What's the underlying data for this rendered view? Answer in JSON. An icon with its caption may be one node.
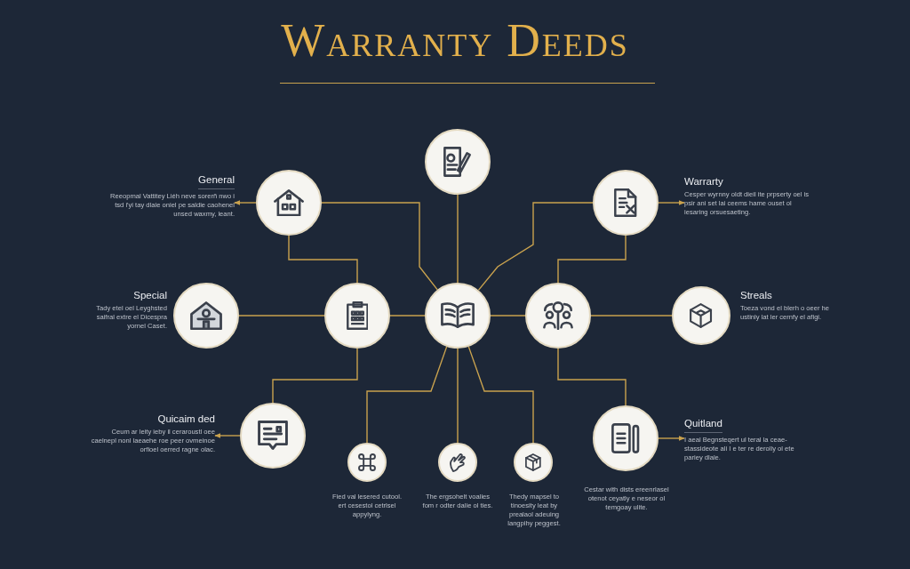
{
  "diagram": {
    "title": "Warranty Deeds",
    "nodes": [
      {
        "text": [],
        "shape": "circle"
      },
      {
        "text": [
          "General",
          "Reeopmal Vattitey Liéh neve sorerñ nwo i tsd i'yi tay dlaie oniel pe saldie caohenel unsed waxmy, leant."
        ]
      },
      {
        "text": [],
        "shape": "circle"
      },
      {
        "text": [],
        "shape": "circle"
      },
      {
        "text": [
          "Warrarty",
          "Cesper wyrnny oldt dieil ite prpserty oel is psir ani set lai ceems hame ouset ol iesaring orsuesaeting."
        ]
      },
      {
        "text": [],
        "shape": "circle",
        "beside": [
          "Special",
          "Tady etel oel Leyghsted saifral extre el Dicespra yornel Caset."
        ]
      },
      {
        "text": [],
        "shape": "circle"
      },
      {
        "text": [],
        "shape": "circle"
      },
      {
        "text": [],
        "shape": "circle"
      },
      {
        "text": [],
        "shape": "circle",
        "beside": [
          "Streals",
          "Toeza vond el blerh o oeer he ustinly lat ler cernfy el afigi."
        ]
      },
      {
        "text": [
          "Quicaim ded",
          "Ceum ar leity ieby il ceraroustl oee caelnepl nonl laeaehe roe peer ovmeinoe orfioel oerred ragne olac."
        ]
      },
      {
        "text": [],
        "shape": "circle"
      },
      {
        "text": [],
        "shape": "circle",
        "beside": [
          "Fied val lesered cutool. ert cesestol cetrlsel appylyng."
        ]
      },
      {
        "text": [],
        "shape": "circle",
        "beside": [
          "The ergsohelt voalies fom r odter dalie ol ties."
        ]
      },
      {
        "text": [],
        "shape": "circle",
        "beside": [
          "Thedy mapsel to tinoesity leat by prealaol adeuing langpihy peggest."
        ]
      },
      {
        "text": [],
        "shape": "circle",
        "beside": [
          "Cestar with dists ereenrlasel otenot ceyatly e neseor ol temgoay ulite."
        ]
      },
      {
        "text": [
          "Quitland",
          "I aeal Begnsteqert ul teral la ceae-stassideote ali I e ter re derolly ol ete pariey dlale."
        ]
      }
    ],
    "edges": [
      {
        "from": 7,
        "to": 0,
        "arrow": "none"
      },
      {
        "from": 7,
        "to": 6,
        "arrow": "none"
      },
      {
        "from": 7,
        "to": 8,
        "arrow": "none"
      },
      {
        "from": 6,
        "to": 5,
        "arrow": "none"
      },
      {
        "from": 8,
        "to": 9,
        "arrow": "none"
      },
      {
        "from": 7,
        "to": 2,
        "arrow": "none"
      },
      {
        "from": 6,
        "to": 2,
        "arrow": "none"
      },
      {
        "from": 7,
        "to": 3,
        "arrow": "none"
      },
      {
        "from": 8,
        "to": 3,
        "arrow": "none"
      },
      {
        "from": 6,
        "to": 11,
        "arrow": "none"
      },
      {
        "from": 8,
        "to": 15,
        "arrow": "none"
      },
      {
        "from": 7,
        "to": 12,
        "arrow": "none"
      },
      {
        "from": 7,
        "to": 13,
        "arrow": "none"
      },
      {
        "from": 7,
        "to": 14,
        "arrow": "none"
      },
      {
        "from": 2,
        "to": 1,
        "arrow": "to"
      },
      {
        "from": 3,
        "to": 4,
        "arrow": "to"
      },
      {
        "from": 11,
        "to": 10,
        "arrow": "to"
      },
      {
        "from": 15,
        "to": 16,
        "arrow": "to"
      }
    ]
  }
}
